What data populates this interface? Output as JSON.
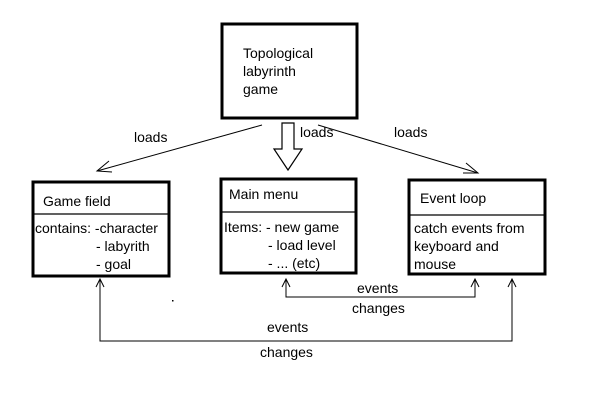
{
  "diagram": {
    "game": {
      "lines": [
        "Topological",
        "labyrinth",
        "game"
      ]
    },
    "field": {
      "title": "Game field",
      "lines": [
        "contains: -character",
        "- labyrith",
        "- goal"
      ]
    },
    "menu": {
      "title": "Main menu",
      "lines": [
        "Items: - new game",
        "- load level",
        "- ... (etc)"
      ]
    },
    "loop": {
      "title": "Event loop",
      "lines": [
        "catch events from",
        "keyboard and",
        "mouse"
      ]
    },
    "edges": {
      "load_left": "loads",
      "load_center": "loads",
      "load_right": "loads",
      "menu_events": "events",
      "menu_changes": "changes",
      "field_events": "events",
      "field_changes": "changes"
    }
  }
}
